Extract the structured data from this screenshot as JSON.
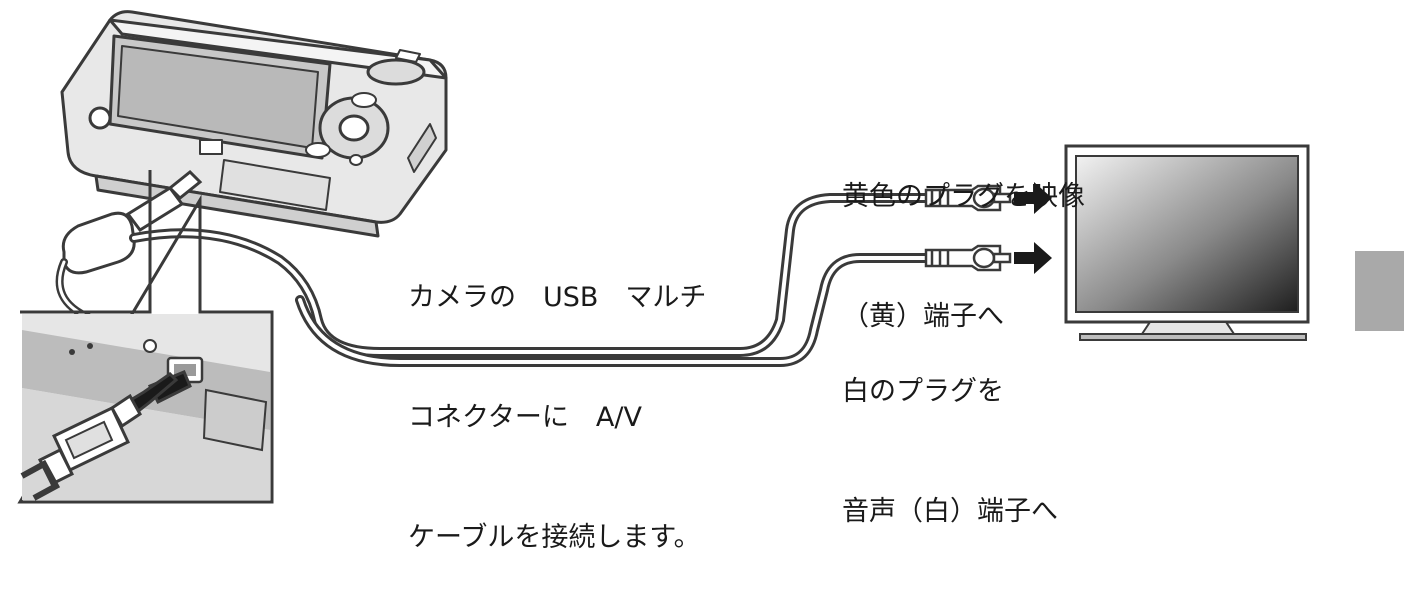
{
  "instructions": {
    "camera_connection": [
      "カメラの　USB　マルチ",
      "コネクターに　A/V",
      "ケーブルを接続します。"
    ],
    "yellow_plug": [
      "黄色のプラグを映像",
      "（黄）端子へ"
    ],
    "white_plug": [
      "白のプラグを",
      "音声（白）端子へ"
    ]
  },
  "colors": {
    "line_art": "#3a3a3a",
    "tv_screen_dark": "#1e1e1e",
    "tv_screen_light": "#f2f2f2",
    "side_tab": "#a9a9a9"
  },
  "icons": [
    "camera-icon",
    "av-cable-icon",
    "rca-plug-icon",
    "arrow-right-icon",
    "tv-icon",
    "usb-plug-icon"
  ]
}
